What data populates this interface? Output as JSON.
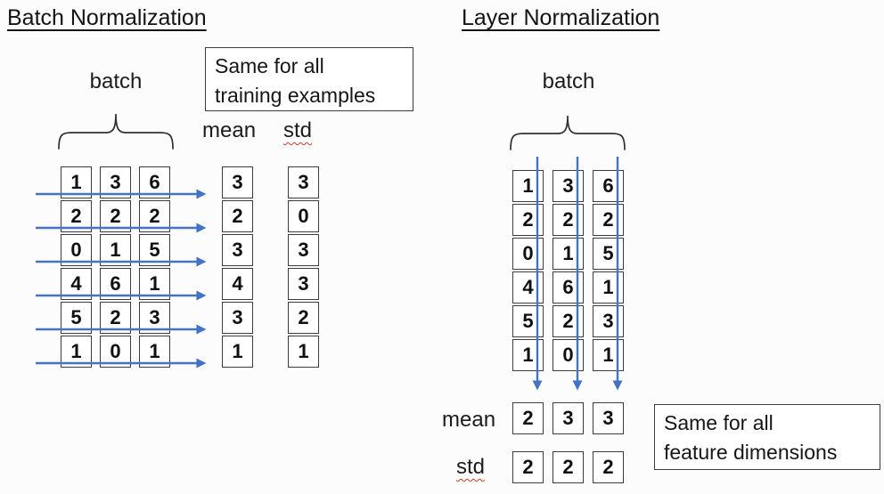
{
  "colors": {
    "arrow_blue": "#4472C4",
    "box_border": "#3c3c3c",
    "squiggle_red": "#cf3a2a",
    "background": "#fcfcfc"
  },
  "batch_norm": {
    "title": "Batch Normalization",
    "batch_label": "batch",
    "note_line1": "Same for all",
    "note_line2": "training examples",
    "mean_label": "mean",
    "std_label": "std",
    "grid": [
      [
        1,
        3,
        6
      ],
      [
        2,
        2,
        2
      ],
      [
        0,
        1,
        5
      ],
      [
        4,
        6,
        1
      ],
      [
        5,
        2,
        3
      ],
      [
        1,
        0,
        1
      ]
    ],
    "mean": [
      3,
      2,
      3,
      4,
      3,
      1
    ],
    "std": [
      3,
      0,
      3,
      3,
      2,
      1
    ]
  },
  "layer_norm": {
    "title": "Layer Normalization",
    "batch_label": "batch",
    "note_line1": "Same for all",
    "note_line2": "feature dimensions",
    "mean_label": "mean",
    "std_label": "std",
    "grid": [
      [
        1,
        3,
        6
      ],
      [
        2,
        2,
        2
      ],
      [
        0,
        1,
        5
      ],
      [
        4,
        6,
        1
      ],
      [
        5,
        2,
        3
      ],
      [
        1,
        0,
        1
      ]
    ],
    "mean": [
      2,
      3,
      3
    ],
    "std": [
      2,
      2,
      2
    ]
  }
}
